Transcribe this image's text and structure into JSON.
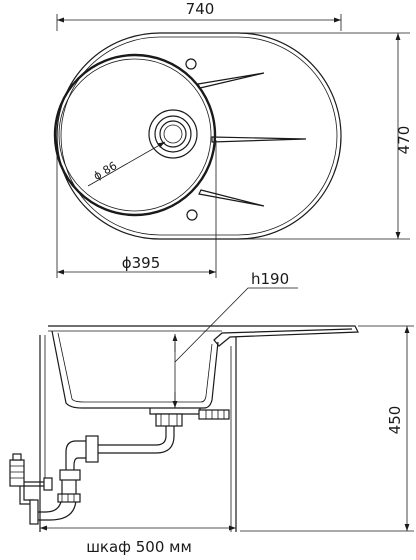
{
  "top_view": {
    "width_label": "740",
    "height_label": "470",
    "drain_diameter_label": "ϕ 86",
    "bowl_diameter_label": "ϕ395"
  },
  "side_view": {
    "depth_callout_label": "h190",
    "height_label": "450",
    "cabinet_label": "шкаф 500 мм"
  }
}
